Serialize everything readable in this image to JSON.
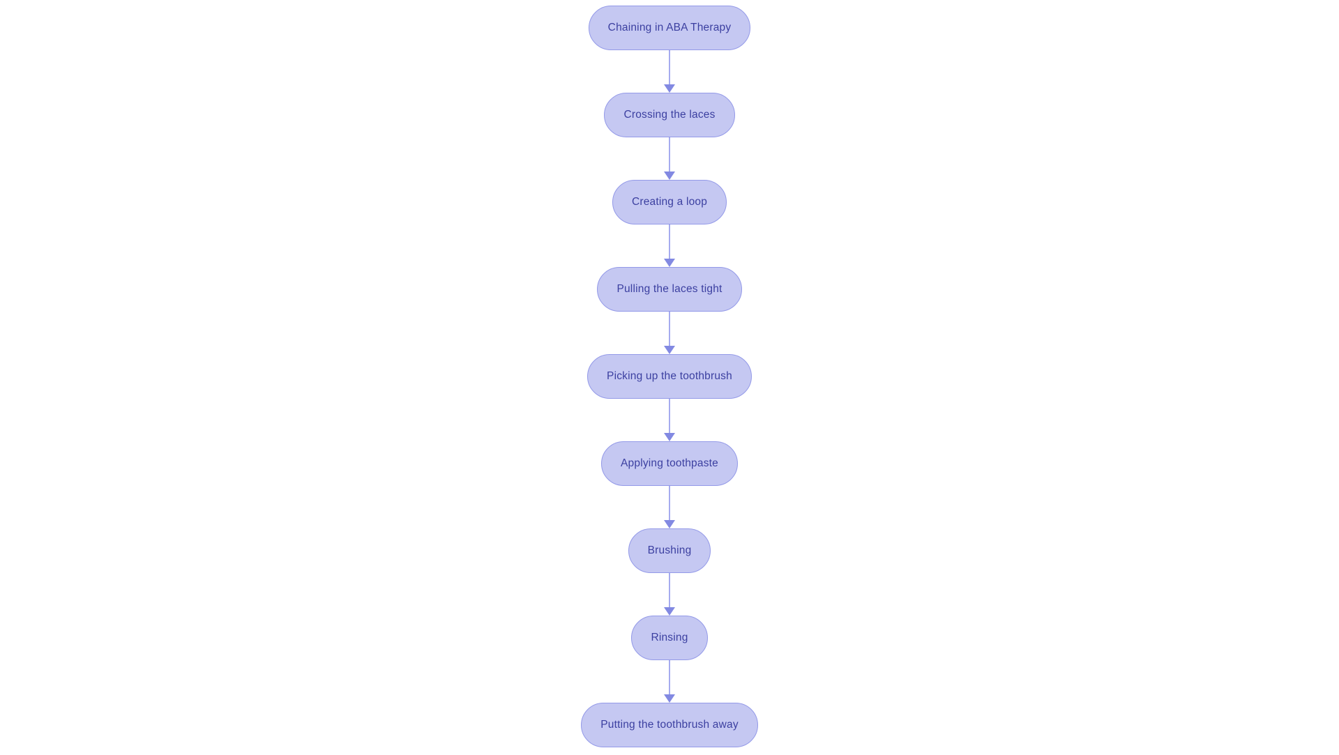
{
  "diagram": {
    "type": "flowchart",
    "direction": "top-to-bottom",
    "background": "#ffffff",
    "colors": {
      "node_fill": "#c5c8f2",
      "node_border": "#9399e8",
      "node_text": "#3b3fa0",
      "arrow_line": "#a6abef",
      "arrow_head": "#8289e2"
    },
    "nodes": [
      {
        "id": 0,
        "label": "Chaining in ABA Therapy"
      },
      {
        "id": 1,
        "label": "Crossing the laces"
      },
      {
        "id": 2,
        "label": "Creating a loop"
      },
      {
        "id": 3,
        "label": "Pulling the laces tight"
      },
      {
        "id": 4,
        "label": "Picking up the toothbrush"
      },
      {
        "id": 5,
        "label": "Applying toothpaste"
      },
      {
        "id": 6,
        "label": "Brushing"
      },
      {
        "id": 7,
        "label": "Rinsing"
      },
      {
        "id": 8,
        "label": "Putting the toothbrush away"
      }
    ],
    "edges": [
      {
        "from": 0,
        "to": 1
      },
      {
        "from": 1,
        "to": 2
      },
      {
        "from": 2,
        "to": 3
      },
      {
        "from": 3,
        "to": 4
      },
      {
        "from": 4,
        "to": 5
      },
      {
        "from": 5,
        "to": 6
      },
      {
        "from": 6,
        "to": 7
      },
      {
        "from": 7,
        "to": 8
      }
    ]
  }
}
